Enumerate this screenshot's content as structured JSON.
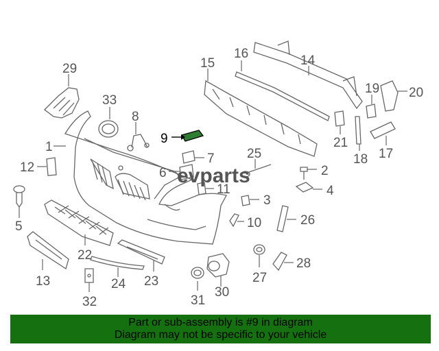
{
  "callouts": {
    "c1": "1",
    "c2": "2",
    "c3": "3",
    "c4": "4",
    "c5": "5",
    "c6": "6",
    "c7": "7",
    "c8": "8",
    "c9": "9",
    "c10": "10",
    "c11": "11",
    "c12": "12",
    "c13": "13",
    "c14": "14",
    "c15": "15",
    "c16": "16",
    "c17": "17",
    "c18": "18",
    "c19": "19",
    "c20": "20",
    "c21": "21",
    "c22": "22",
    "c23": "23",
    "c24": "24",
    "c25": "25",
    "c26": "26",
    "c27": "27",
    "c28": "28",
    "c29": "29",
    "c30": "30",
    "c31": "31",
    "c32": "32",
    "c33": "33"
  },
  "highlighted_part": "9",
  "highlight_color": "#2f7d32",
  "watermark": "evparts",
  "footer": {
    "line1": "Part or sub-assembly is #9 in diagram",
    "line2": "Diagram may not be specific to your vehicle",
    "background": "#15700f"
  }
}
